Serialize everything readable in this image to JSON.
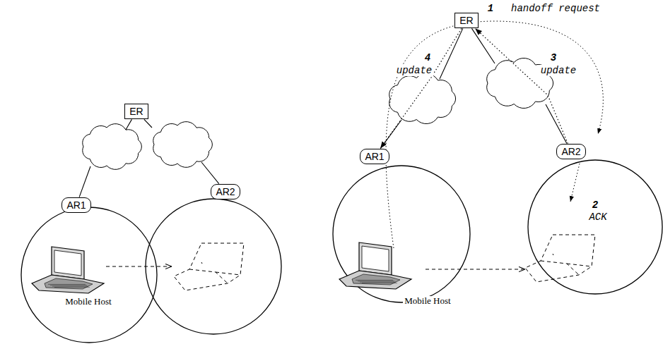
{
  "diagram": {
    "nodes": [
      {
        "text": [
          "ER"
        ]
      },
      {
        "text": [
          "AR1"
        ]
      },
      {
        "text": [
          "AR2"
        ]
      },
      {
        "text": [
          "ER"
        ]
      },
      {
        "text": [
          "AR1"
        ]
      },
      {
        "text": [
          "AR2"
        ]
      }
    ],
    "edges": [
      {
        "from": 0,
        "to": 1,
        "arrow": "none"
      },
      {
        "from": 0,
        "to": 2,
        "arrow": "none"
      },
      {
        "from": 3,
        "to": 4,
        "arrow": "none"
      },
      {
        "from": 3,
        "to": 5,
        "arrow": "none"
      },
      {
        "from": 5,
        "to": 3,
        "arrow": "to"
      },
      {
        "from": 3,
        "to": 4,
        "arrow": "to"
      }
    ],
    "labels": [
      "Mobile Host",
      "Mobile Host",
      "1",
      "handoff request",
      "2",
      "ACK",
      "3",
      "update",
      "4",
      "update"
    ]
  }
}
